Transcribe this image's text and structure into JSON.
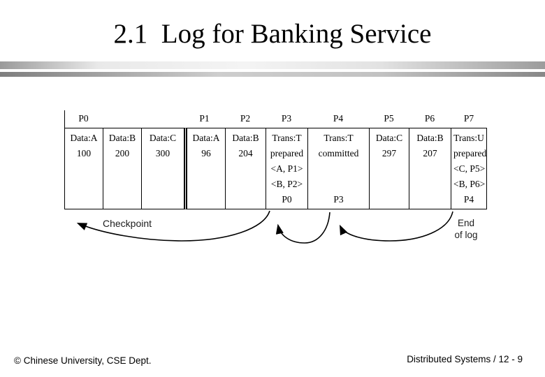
{
  "slide": {
    "title": "2.1  Log for Banking Service",
    "footer_left": "© Chinese University, CSE Dept.",
    "footer_right": "Distributed Systems / 12 - 9"
  },
  "diagram": {
    "checkpoint_label": "Checkpoint",
    "end_of_log_lines": [
      "End",
      "of log"
    ],
    "colors": {
      "line": "#000000",
      "text": "#000000",
      "label_gray": "#1c1c1c"
    },
    "columns": [
      {
        "process": "P0",
        "double_left": false,
        "lines": [
          "Data:A",
          "100",
          "",
          "",
          ""
        ]
      },
      {
        "process": "",
        "double_left": false,
        "lines": [
          "Data:B",
          "200",
          "",
          "",
          ""
        ]
      },
      {
        "process": "",
        "double_left": false,
        "lines": [
          "Data:C",
          "300",
          "",
          "",
          ""
        ]
      },
      {
        "process": "P1",
        "double_left": true,
        "lines": [
          "Data:A",
          "96",
          "",
          "",
          ""
        ]
      },
      {
        "process": "P2",
        "double_left": false,
        "lines": [
          "Data:B",
          "204",
          "",
          "",
          ""
        ]
      },
      {
        "process": "P3",
        "double_left": false,
        "lines": [
          "Trans:T",
          "prepared",
          "<A, P1>",
          "<B, P2>",
          "P0"
        ]
      },
      {
        "process": "P4",
        "double_left": false,
        "lines": [
          "Trans:T",
          "committed",
          "",
          "",
          "P3"
        ]
      },
      {
        "process": "P5",
        "double_left": false,
        "lines": [
          "Data:C",
          "297",
          "",
          "",
          ""
        ]
      },
      {
        "process": "P6",
        "double_left": false,
        "lines": [
          "Data:B",
          "207",
          "",
          "",
          ""
        ]
      },
      {
        "process": "P7",
        "double_left": false,
        "lines": [
          "Trans:U",
          "prepared",
          "<C, P5>",
          "<B, P6>",
          "P4"
        ]
      }
    ]
  }
}
